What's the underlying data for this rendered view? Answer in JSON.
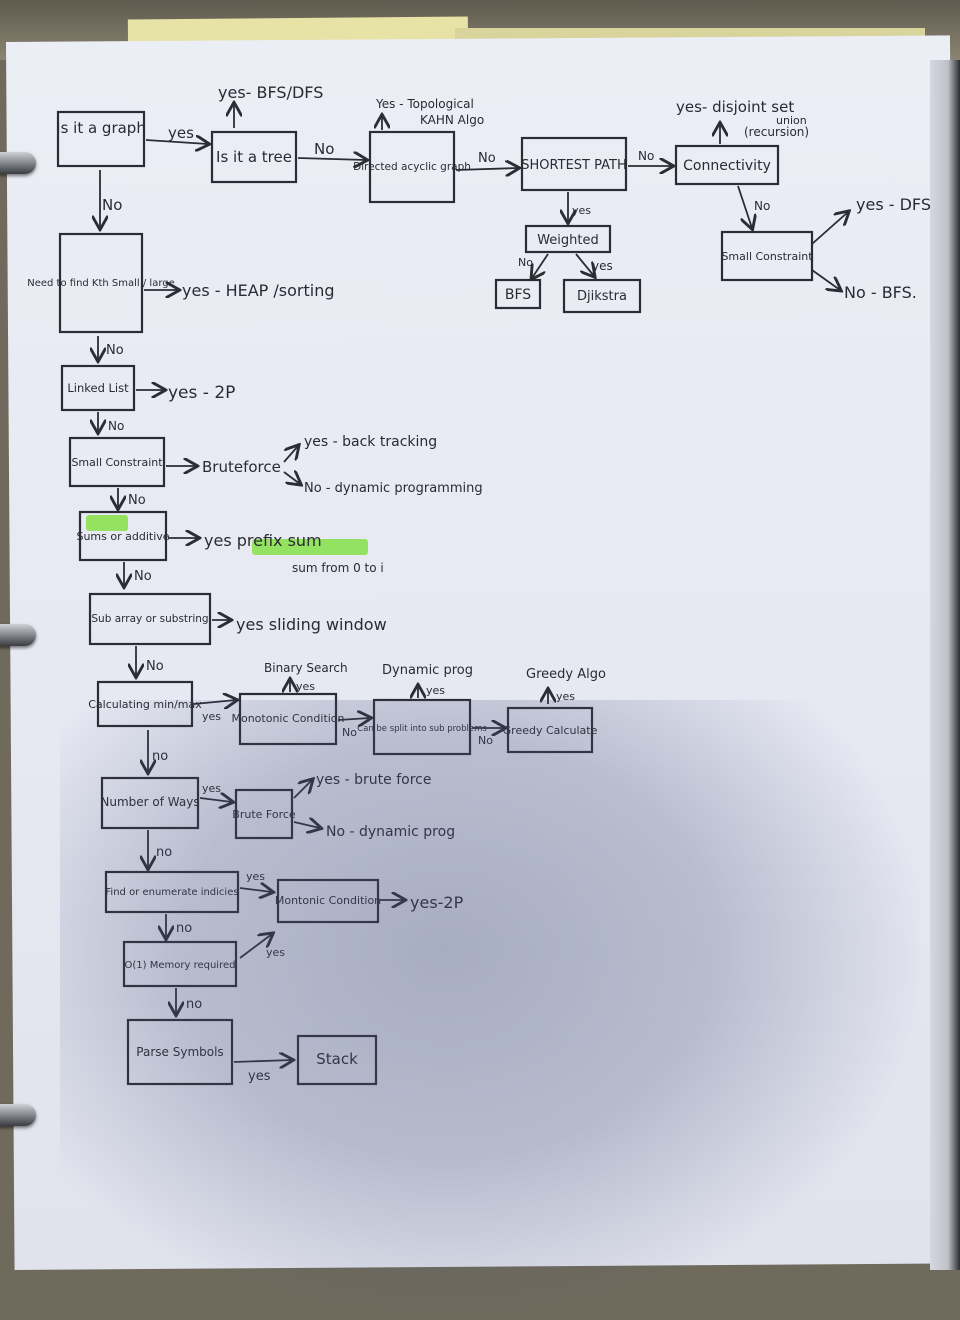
{
  "nodes": {
    "is_graph": "Is it a graph",
    "is_tree": "Is it a tree",
    "dag": "Directed acyclic graph",
    "shortest_path": "SHORTEST PATH",
    "connectivity": "Connectivity",
    "weighted": "Weighted",
    "bfs": "BFS",
    "dijkstra": "Djikstra",
    "small_constraint_graph": "Small Constraint",
    "kth": "Need to find Kth Small / large",
    "linked_list": "Linked List",
    "small_constraint": "Small Constraint",
    "bruteforce": "Bruteforce",
    "sums": "Sums or additive",
    "subarray": "Sub array or substring",
    "min_max": "Calculating min/max",
    "monotonic": "Monotonic Condition",
    "split": "Can be split into sub problems",
    "greedy": "Greedy Calculate",
    "ways": "Number of Ways",
    "brute_force2": "Brute Force",
    "enumerate": "Find or enumerate indicies",
    "montonic2": "Montonic Condition",
    "o1_memory": "O(1) Memory required",
    "parse": "Parse Symbols",
    "stack": "Stack"
  },
  "labels": {
    "yes": "yes",
    "no": "No",
    "no_lower": "no",
    "bfs_dfs": "yes- BFS/DFS",
    "topological": "Yes - Topological",
    "kahn": "KAHN Algo",
    "disjoint": "yes- disjoint set",
    "union": "union",
    "recursion": "(recursion)",
    "yes_dfs": "yes - DFS",
    "no_bfs": "No - BFS.",
    "heap": "yes - HEAP /sorting",
    "two_p": "yes - 2P",
    "backtracking": "yes - back tracking",
    "dynamic_programming": "No - dynamic programming",
    "prefix_sum": "yes prefix sum",
    "sum_from": "sum from 0 to i",
    "sliding_window": "yes sliding window",
    "binary_search": "Binary Search",
    "dynamic_prog": "Dynamic prog",
    "greedy_algo": "Greedy Algo",
    "yes_brute_force": "yes - brute force",
    "no_dynamic_prog": "No - dynamic prog",
    "yes_2p": "yes-2P"
  },
  "colors": {
    "ink": "#2c2c34",
    "highlight": "#7fe03c",
    "paper": "#e8eaf3"
  }
}
